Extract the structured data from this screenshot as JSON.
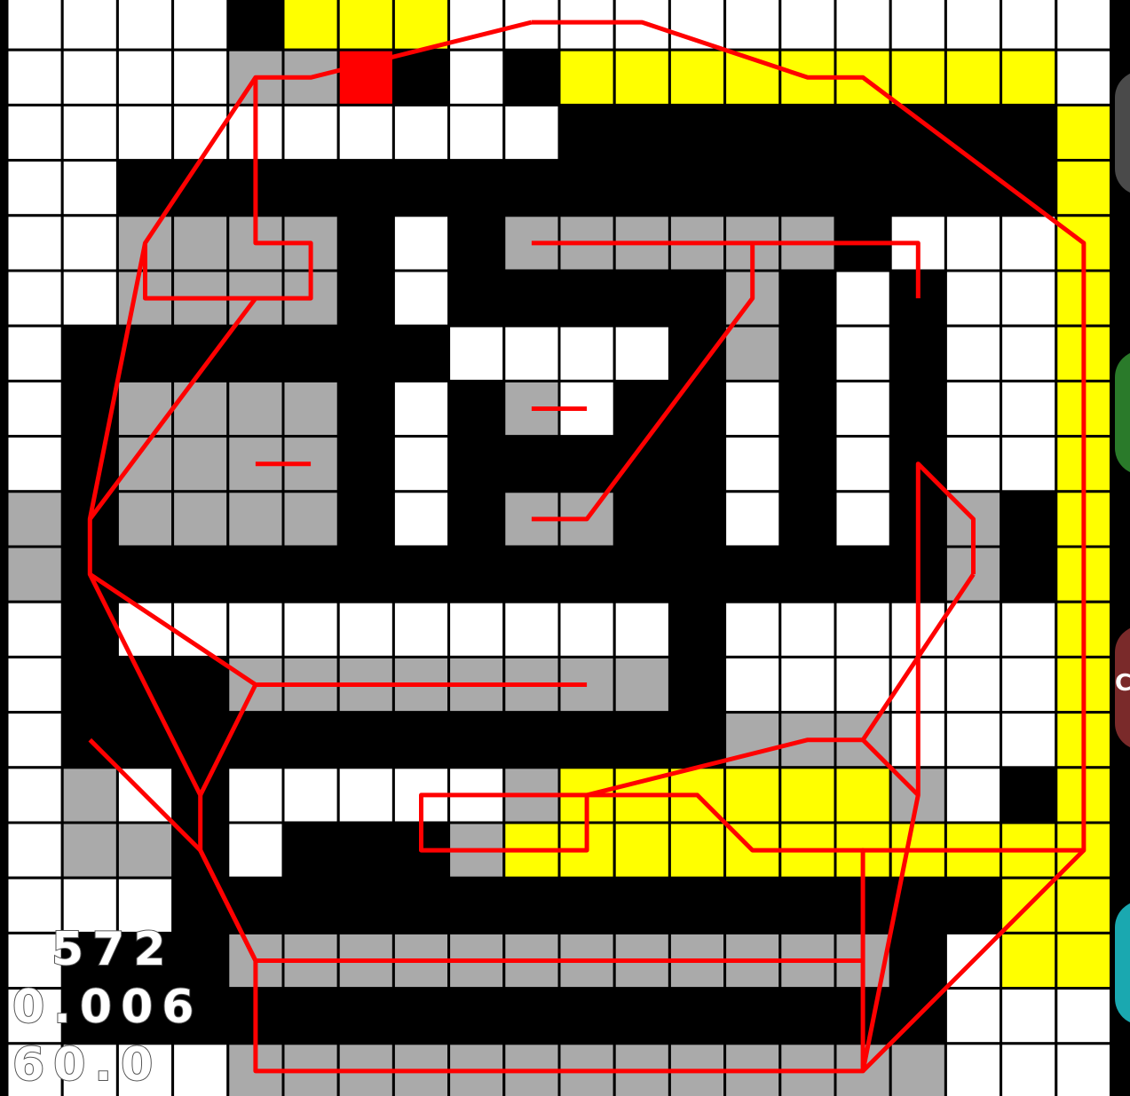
{
  "stats": {
    "count": "572",
    "time": "0.006",
    "fps": "60.0"
  },
  "side_buttons": [
    {
      "name": "gray-side-button",
      "color": "#4a4a4a",
      "label": ""
    },
    {
      "name": "green-side-button",
      "color": "#2a7a2a",
      "label": ""
    },
    {
      "name": "red-side-button",
      "color": "#7a2a2a",
      "label": "C"
    },
    {
      "name": "teal-side-button",
      "color": "#1aa8b0",
      "label": ""
    }
  ],
  "colors": {
    "background": "#000000",
    "empty": "#ffffff",
    "visited": "#aaaaaa",
    "path": "#ffff00",
    "goal": "#ff0000",
    "route": "#ff0000"
  },
  "grid": {
    "cols": 20,
    "rows": 20,
    "cells": [
      "....XYYY............",
      "....GGRX.XYYYYYYYYY.",
      "..........XXXXXXXXXY",
      "..XXXXXXXXXXXXXXXXXY",
      "..GGGGX.XGGGGGGX...Y",
      "..GGGGX.XXXXXGX.X..Y",
      ".XXXXXXX....XGX.X..Y",
      ".XGGGGX.XG.XX.X.X..Y",
      ".XGGGGX.XXXXX.X.X..Y",
      "GXGGGGX.XGGXX.X.XGXY",
      "GXXXXXXXXXXXXXXXXGXY",
      ".X..........X......Y",
      ".XXXGGGGGGGGX......Y",
      ".XXXXXXXXXXXXGGG...Y",
      ".G.X.....GYYYYYYG.XY",
      ".GGX.XXXGYYYYYYYYYYY",
      "...XXXXXXXXXXXXXXXYY",
      ".XXXGGGGGGGGGGGGX.YY",
      ".XXXXXXXXXXXXXXXX...",
      "....GGGGGGGGGGGGG..."
    ]
  },
  "route_segments": [
    [
      [
        9,
        0
      ],
      [
        11,
        0
      ],
      [
        14,
        1
      ],
      [
        15,
        1
      ],
      [
        19,
        4
      ],
      [
        19,
        15
      ],
      [
        13,
        15
      ],
      [
        12,
        14
      ],
      [
        11,
        14
      ],
      [
        7,
        14
      ],
      [
        7,
        15
      ],
      [
        10,
        15
      ],
      [
        10,
        14
      ],
      [
        12,
        14
      ]
    ],
    [
      [
        9,
        0
      ],
      [
        5,
        1
      ],
      [
        4,
        1
      ],
      [
        2,
        4
      ],
      [
        1,
        9
      ],
      [
        1,
        10
      ],
      [
        3,
        14
      ],
      [
        3,
        15
      ],
      [
        4,
        17
      ],
      [
        4,
        19
      ],
      [
        15,
        19
      ],
      [
        15,
        15
      ],
      [
        15,
        19
      ],
      [
        16,
        14
      ],
      [
        16,
        8
      ],
      [
        17,
        9
      ],
      [
        17,
        10
      ]
    ],
    [
      [
        4,
        1
      ],
      [
        4,
        4
      ],
      [
        5,
        4
      ],
      [
        5,
        5
      ],
      [
        2,
        5
      ],
      [
        2,
        4
      ]
    ],
    [
      [
        4,
        5
      ],
      [
        1,
        9
      ]
    ],
    [
      [
        1,
        10
      ],
      [
        4,
        12
      ],
      [
        10,
        12
      ]
    ],
    [
      [
        4,
        12
      ],
      [
        3,
        14
      ]
    ],
    [
      [
        3,
        15
      ],
      [
        4,
        17
      ],
      [
        15,
        17
      ]
    ],
    [
      [
        3,
        15
      ],
      [
        1,
        13
      ]
    ],
    [
      [
        15,
        19
      ],
      [
        19,
        15
      ]
    ],
    [
      [
        9,
        4
      ],
      [
        16,
        4
      ],
      [
        16,
        5
      ]
    ],
    [
      [
        13,
        4
      ],
      [
        13,
        5
      ],
      [
        10,
        9
      ],
      [
        9,
        9
      ]
    ],
    [
      [
        9,
        7
      ],
      [
        10,
        7
      ]
    ],
    [
      [
        4,
        8
      ],
      [
        5,
        8
      ]
    ],
    [
      [
        17,
        10
      ],
      [
        15,
        13
      ],
      [
        14,
        13
      ],
      [
        10,
        14
      ]
    ],
    [
      [
        15,
        13
      ],
      [
        16,
        14
      ]
    ]
  ]
}
